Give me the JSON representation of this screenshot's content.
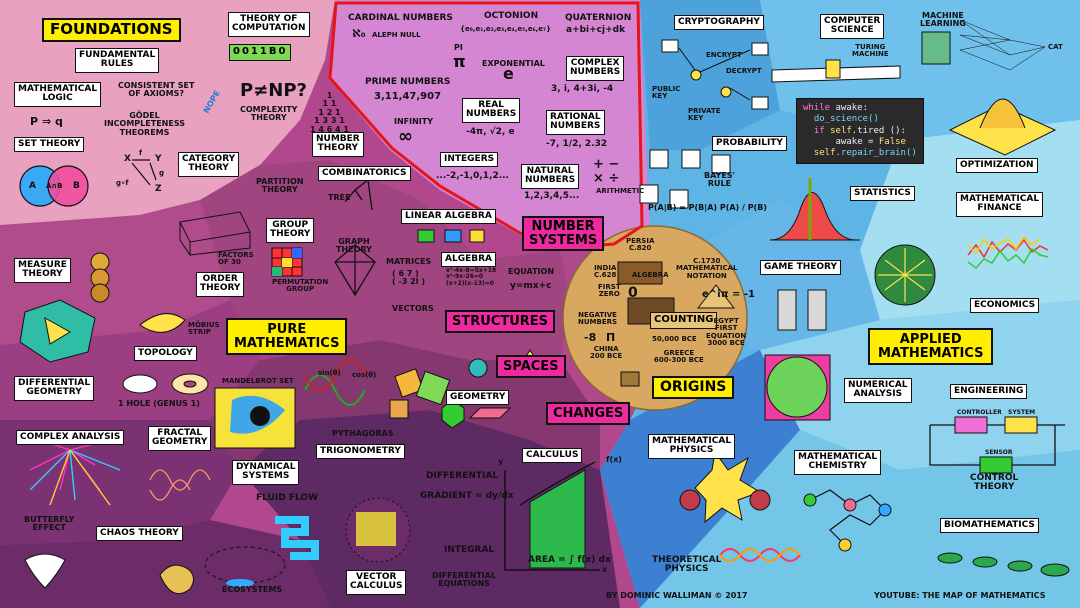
{
  "regions": {
    "foundations": "FOUNDATIONS",
    "pure_mathematics": "PURE\nMATHEMATICS",
    "applied_mathematics": "APPLIED\nMATHEMATICS",
    "origins": "ORIGINS",
    "number_systems": "NUMBER\nSYSTEMS",
    "structures": "STRUCTURES",
    "spaces": "SPACES",
    "changes": "CHANGES"
  },
  "foundations": {
    "theory_of_computation": "THEORY OF\nCOMPUTATION",
    "tape": "0011B0",
    "fundamental_rules": "FUNDAMENTAL\nRULES",
    "mathematical_logic": "MATHEMATICAL\nLOGIC",
    "implication": "P ⇒ q",
    "consistent_axioms": "CONSISTENT SET\nOF AXIOMS?",
    "nope": "NOPE",
    "godel": "GÖDEL\nINCOMPLETENESS\nTHEOREMS",
    "p_np": "P≠NP?",
    "complexity_theory": "COMPLEXITY\nTHEORY",
    "set_theory": "SET THEORY",
    "venn_a": "A",
    "venn_ab": "A∩B",
    "venn_b": "B",
    "category_theory": "CATEGORY\nTHEORY",
    "cat_x": "X",
    "cat_y": "Y",
    "cat_z": "Z",
    "cat_f": "f",
    "cat_g": "g",
    "cat_gof": "g∘f"
  },
  "number_systems": {
    "cardinal_numbers": "CARDINAL NUMBERS",
    "aleph": "ℵ₀",
    "aleph_null": "ALEPH NULL",
    "octonion": "OCTONION",
    "octonion_formula": "{e₀,e₁,e₂,e₃,e₄,e₅,e₆,e₇}",
    "quaternion": "QUATERNION",
    "quaternion_formula": "a+bi+cj+dk",
    "pi_label": "PI",
    "pi": "π",
    "exponential": "EXPONENTIAL",
    "e": "e",
    "complex_numbers": "COMPLEX\nNUMBERS",
    "complex_examples": "3, i, 4+3i, -4",
    "prime_numbers": "PRIME NUMBERS",
    "prime_examples": "3,11,47,907",
    "real_numbers": "REAL\nNUMBERS",
    "real_examples": "-4π, √2, e",
    "infinity": "INFINITY",
    "infinity_symbol": "∞",
    "rational_numbers": "RATIONAL\nNUMBERS",
    "rational_examples": "-7, 1/2, 2.32",
    "integers": "INTEGERS",
    "integer_examples": "...-2,-1,0,1,2...",
    "natural_numbers": "NATURAL\nNUMBERS",
    "natural_examples": "1,2,3,4,5...",
    "arithmetic": "ARITHMETIC",
    "ops": "+ −\n× ÷"
  },
  "pure": {
    "pascal": "1\n1 1\n1 2 1\n1 3 3 1\n1 4 6 4 1",
    "number_theory": "NUMBER\nTHEORY",
    "combinatorics": "COMBINATORICS",
    "partition_theory": "PARTITION\nTHEORY",
    "tree": "TREE",
    "group_theory": "GROUP\nTHEORY",
    "permutation_group": "PERMUTATION\nGROUP",
    "graph_theory": "GRAPH\nTHEORY",
    "linear_algebra": "LINEAR ALGEBRA",
    "algebra": "ALGEBRA",
    "algebra_lines": "x²-4x-8=5x+18\nx²-9x-26=0\n(x+2)(x-13)=0",
    "matrices": "MATRICES",
    "matrix": "( 6  7 )\n( -3  2i )",
    "equation": "EQUATION",
    "equation_formula": "y=mx+c",
    "vectors": "VECTORS",
    "measure_theory": "MEASURE\nTHEORY",
    "order_theory": "ORDER\nTHEORY",
    "factors_of_30": "FACTORS\nOF 30",
    "topology": "TOPOLOGY",
    "mobius_strip": "MÖBIUS\nSTRIP",
    "differential_geometry": "DIFFERENTIAL\nGEOMETRY",
    "one_hole": "1 HOLE (GENUS 1)",
    "mandelbrot_set": "MANDELBROT SET",
    "complex_analysis": "COMPLEX ANALYSIS",
    "fractal_geometry": "FRACTAL\nGEOMETRY",
    "sin": "sin(θ)",
    "cos": "cos(θ)",
    "pythagoras": "PYTHAGORAS",
    "trigonometry": "TRIGONOMETRY",
    "geometry": "GEOMETRY",
    "dynamical_systems": "DYNAMICAL\nSYSTEMS",
    "fluid_flow": "FLUID FLOW",
    "butterfly_effect": "BUTTERFLY\nEFFECT",
    "chaos_theory": "CHAOS THEORY",
    "ecosystems": "ECOSYSTEMS",
    "vector_calculus": "VECTOR\nCALCULUS",
    "calculus": "CALCULUS",
    "differential": "DIFFERENTIAL",
    "gradient": "GRADIENT = dy/dx",
    "integral": "INTEGRAL",
    "area": "AREA = ∫ f(x) dx",
    "fx": "f(x)",
    "y_axis": "y",
    "x_axis": "x",
    "differential_equations": "DIFFERENTIAL\nEQUATIONS"
  },
  "origins": {
    "persia": "PERSIA\nc.820",
    "india": "INDIA\nc.628",
    "first_zero": "FIRST\nZERO",
    "zero": "0",
    "algebra": "ALGEBRA",
    "c1730": "c.1730\nMATHEMATICAL\nNOTATION",
    "euler": "e^iπ = -1",
    "counting": "COUNTING",
    "negative_numbers": "NEGATIVE\nNUMBERS",
    "neg8": "-8",
    "pi_sym": "π",
    "china": "CHINA\n200 BCE",
    "bce50000": "50,000 BCE",
    "greece": "GREECE\n600-300 BCE",
    "egypt": "EGYPT\nFIRST\nEQUATION\n3000 BCE"
  },
  "applied": {
    "cryptography": "CRYPTOGRAPHY",
    "encrypt": "ENCRYPT",
    "decrypt": "DECRYPT",
    "public_key": "PUBLIC\nKEY",
    "private_key": "PRIVATE\nKEY",
    "computer_science": "COMPUTER\nSCIENCE",
    "turing_machine": "TURING\nMACHINE",
    "machine_learning": "MACHINE\nLEARNING",
    "cat": "CAT",
    "code_line1a": "while",
    "code_line1b": " awake:",
    "code_line2": "do_science()",
    "code_line3a": "if",
    "code_line3b": " self",
    "code_line3c": ".tired ():",
    "code_line4a": "awake",
    "code_line4b": " = ",
    "code_line4c": "False",
    "code_line5a": "self",
    "code_line5b": ".repair_brain()",
    "probability": "PROBABILITY",
    "bayes_rule": "BAYES'\nRULE",
    "bayes_formula": "P(A|B) = P(B|A) P(A) / P(B)",
    "optimization": "OPTIMIZATION",
    "statistics": "STATISTICS",
    "mathematical_finance": "MATHEMATICAL\nFINANCE",
    "game_theory": "GAME THEORY",
    "economics": "ECONOMICS",
    "numerical_analysis": "NUMERICAL\nANALYSIS",
    "engineering": "ENGINEERING",
    "controller": "CONTROLLER",
    "system": "SYSTEM",
    "sensor": "SENSOR",
    "control_theory": "CONTROL\nTHEORY",
    "mathematical_physics": "MATHEMATICAL\nPHYSICS",
    "mathematical_chemistry": "MATHEMATICAL\nCHEMISTRY",
    "theoretical_physics": "THEORETICAL\nPHYSICS",
    "biomathematics": "BIOMATHEMATICS"
  },
  "footer": {
    "credit": "BY DOMINIC WALLIMAN © 2017",
    "youtube": "YOUTUBE: THE MAP OF MATHEMATICS"
  },
  "colors": {
    "foundations_bg": "#e7a3bf",
    "pure_bg": "#b1488e",
    "applied_bg": "#5cb2e3",
    "origins_bg": "#d9a860",
    "yellow_label": "#ffee00",
    "pink_label": "#ee2aa0",
    "red_outline": "#e5161a"
  }
}
